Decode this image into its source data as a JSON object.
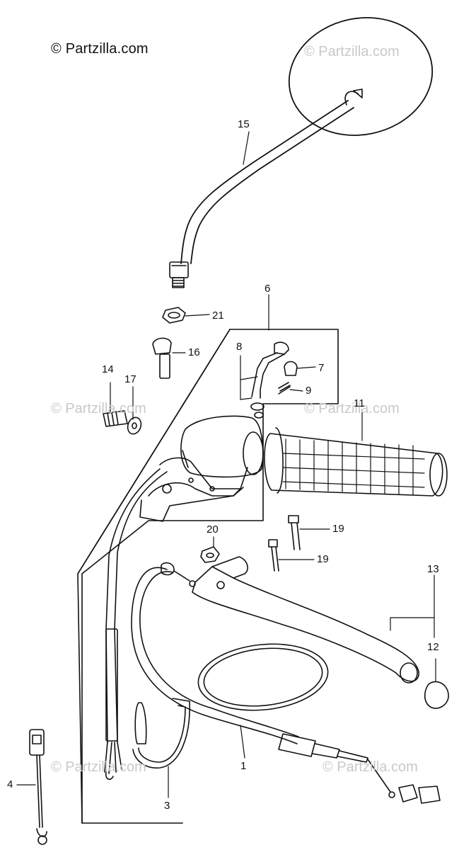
{
  "copyright": "© Partzilla.com",
  "watermark": "© Partzilla.com",
  "callouts": {
    "c1": "1",
    "c3": "3",
    "c4": "4",
    "c6": "6",
    "c7": "7",
    "c8": "8",
    "c9": "9",
    "c11": "11",
    "c12": "12",
    "c13": "13",
    "c14": "14",
    "c15": "15",
    "c16": "16",
    "c17": "17",
    "c19a": "19",
    "c19b": "19",
    "c20": "20",
    "c21": "21"
  }
}
